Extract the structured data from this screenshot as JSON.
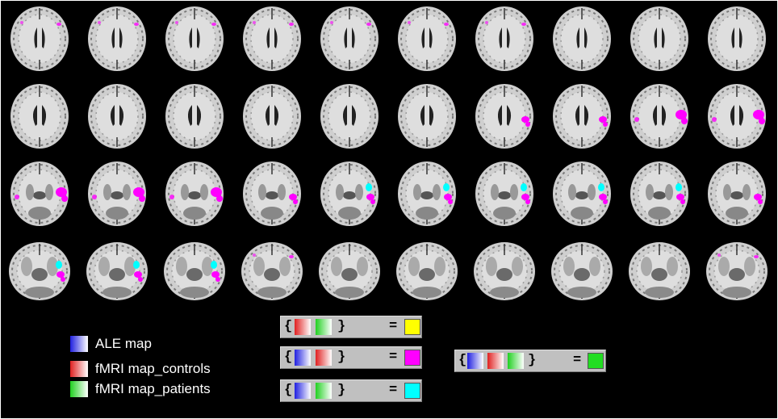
{
  "legend": {
    "items": [
      {
        "label": "ALE map",
        "gradient": "blue",
        "color": "#2a2ae8"
      },
      {
        "label": "fMRI map_controls",
        "gradient": "red",
        "color": "#e83030"
      },
      {
        "label": "fMRI map_patients",
        "gradient": "green",
        "color": "#2ad82a"
      }
    ]
  },
  "combinations": [
    {
      "open": "{",
      "close": "}",
      "equals": "=",
      "inputs": [
        "red",
        "green"
      ],
      "result_color": "#ffff00"
    },
    {
      "open": "{",
      "close": "}",
      "equals": "=",
      "inputs": [
        "blue",
        "red"
      ],
      "result_color": "#ff00ff"
    },
    {
      "open": "{",
      "close": "}",
      "equals": "=",
      "inputs": [
        "blue",
        "green"
      ],
      "result_color": "#00ffff"
    },
    {
      "open": "{",
      "close": "}",
      "equals": "=",
      "inputs": [
        "blue",
        "red",
        "green"
      ],
      "result_color": "#22dd22"
    }
  ],
  "brain_grid": {
    "rows": 4,
    "cols": 10,
    "overlay_colors": {
      "magenta": "#ff00ff",
      "cyan": "#00ffff",
      "yellow": "#ffff00"
    },
    "slices": [
      {
        "blobs": [
          "m-small"
        ]
      },
      {
        "blobs": [
          "m-small"
        ]
      },
      {
        "blobs": [
          "m-small"
        ]
      },
      {
        "blobs": [
          "m-small"
        ]
      },
      {
        "blobs": [
          "m-small"
        ]
      },
      {
        "blobs": [
          "m-small"
        ]
      },
      {
        "blobs": [
          "m-small"
        ]
      },
      {
        "blobs": []
      },
      {
        "blobs": []
      },
      {
        "blobs": []
      },
      {
        "blobs": []
      },
      {
        "blobs": []
      },
      {
        "blobs": []
      },
      {
        "blobs": []
      },
      {
        "blobs": []
      },
      {
        "blobs": []
      },
      {
        "blobs": [
          "m-right"
        ]
      },
      {
        "blobs": [
          "m-right"
        ]
      },
      {
        "blobs": [
          "m-right-big"
        ]
      },
      {
        "blobs": [
          "m-right-big"
        ]
      },
      {
        "blobs": [
          "m-right-big"
        ]
      },
      {
        "blobs": [
          "m-right-big"
        ]
      },
      {
        "blobs": [
          "m-right-big"
        ]
      },
      {
        "blobs": [
          "m-right"
        ]
      },
      {
        "blobs": [
          "m-right",
          "c-right"
        ]
      },
      {
        "blobs": [
          "m-right",
          "c-right"
        ]
      },
      {
        "blobs": [
          "m-right",
          "c-right"
        ]
      },
      {
        "blobs": [
          "m-right",
          "c-right"
        ]
      },
      {
        "blobs": [
          "m-right",
          "c-right"
        ]
      },
      {
        "blobs": [
          "m-right"
        ]
      },
      {
        "blobs": [
          "m-right",
          "c-right"
        ]
      },
      {
        "blobs": [
          "m-right",
          "c-right"
        ]
      },
      {
        "blobs": [
          "m-right",
          "c-right"
        ]
      },
      {
        "blobs": [
          "m-small"
        ]
      },
      {
        "blobs": []
      },
      {
        "blobs": []
      },
      {
        "blobs": []
      },
      {
        "blobs": []
      },
      {
        "blobs": []
      },
      {
        "blobs": [
          "m-small"
        ]
      }
    ]
  }
}
